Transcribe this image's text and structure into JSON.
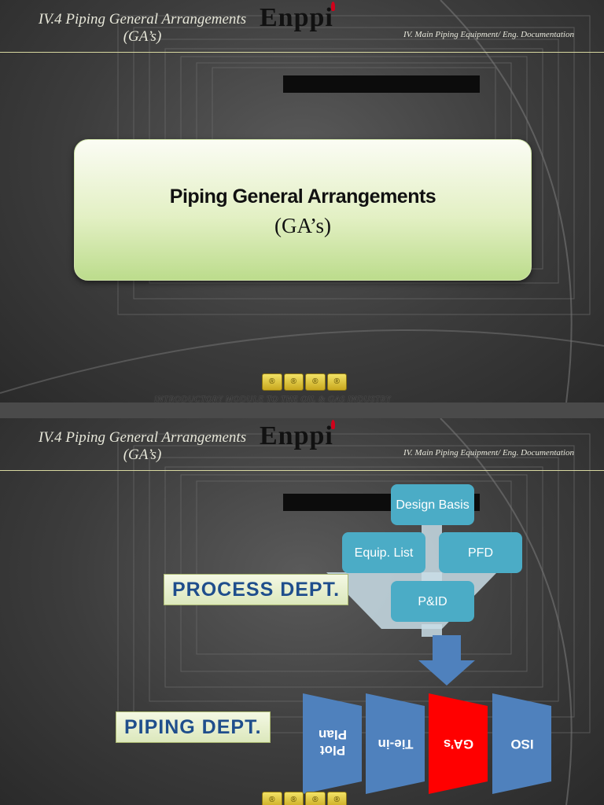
{
  "header": {
    "title_line1": "IV.4  Piping General Arrangements",
    "title_line2": "(GA’s)",
    "logo_text": "Enppi",
    "subtitle": "IV. Main Piping Equipment/ Eng. Documentation"
  },
  "slide1": {
    "title": "Piping General Arrangements",
    "subtitle": "(GA’s)"
  },
  "footer": {
    "logo_marks": [
      "®",
      "®",
      "®",
      "®"
    ],
    "text": "INTRODUCTORY MODULE TO THE OIL & GAS INDUSTRY"
  },
  "slide2": {
    "process_dept": "PROCESS  DEPT.",
    "piping_dept": "PIPING  DEPT.",
    "boxes": {
      "design_basis": "Design Basis",
      "equip_list": "Equip. List",
      "pfd": "PFD",
      "pid": "P&ID"
    },
    "outputs": [
      "Plot Plan",
      "Tie-in",
      "GA’s",
      "ISO"
    ]
  },
  "colors": {
    "accent_blue": "#4bacc6",
    "arrow_blue": "#4f81bd",
    "highlight_red": "#ff0000",
    "label_text": "#1f4e8c"
  }
}
